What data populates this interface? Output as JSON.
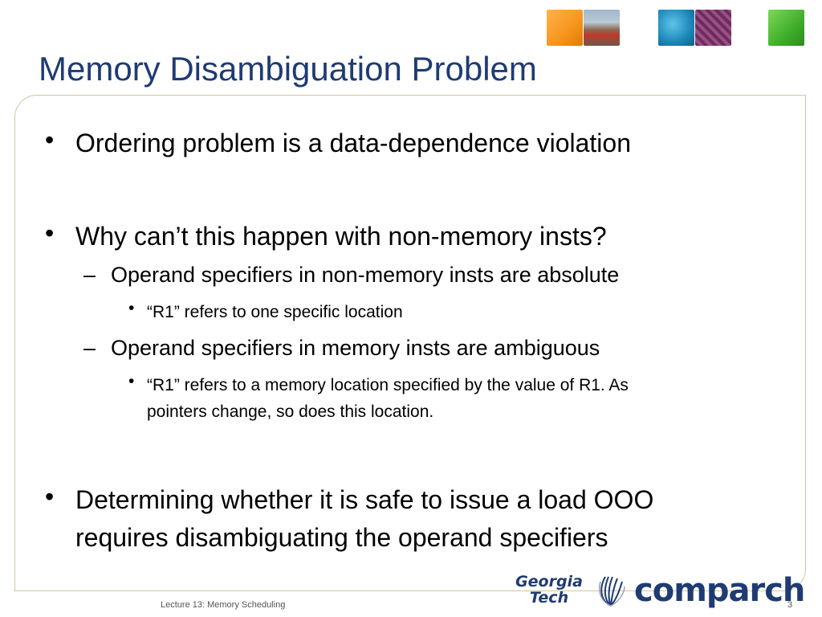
{
  "slide": {
    "title": "Memory Disambiguation Problem",
    "bullets": [
      {
        "level": 1,
        "text": "Ordering problem is a data-dependence violation"
      },
      {
        "level": 1,
        "text": "Why can’t this happen with non-memory insts?"
      },
      {
        "level": 2,
        "text": "Operand specifiers in non-memory insts are absolute"
      },
      {
        "level": 3,
        "text": "“R1” refers to one specific location"
      },
      {
        "level": 2,
        "text": "Operand specifiers in memory insts are ambiguous"
      },
      {
        "level": 3,
        "text": "“R1” refers to a memory location specified by the value of R1.  As",
        "cont": "pointers change, so does this location."
      },
      {
        "level": 1,
        "text": "Determining whether it is safe to issue a load OOO",
        "cont": "requires disambiguating the operand specifiers"
      }
    ]
  },
  "footer": {
    "lecture": "Lecture 13: Memory Scheduling",
    "page_number": "3"
  },
  "logos": {
    "georgia_tech_line1": "Georgia",
    "georgia_tech_line2": "Tech",
    "comparch": "comparch",
    "icon": "tower-fan-icon"
  },
  "colors": {
    "title": "#1f3b73",
    "frame": "#cfc6a6"
  }
}
